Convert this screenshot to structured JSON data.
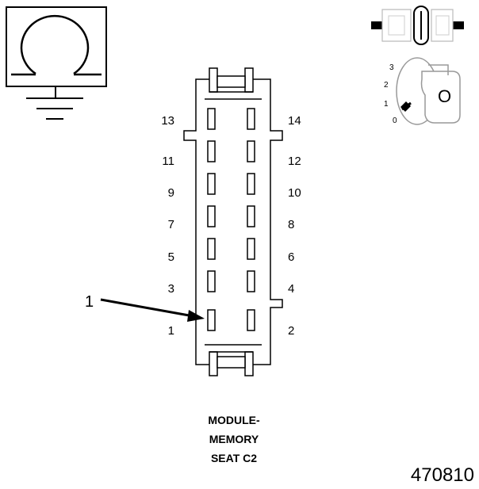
{
  "pins": {
    "p1": "1",
    "p2": "2",
    "p3": "3",
    "p4": "4",
    "p5": "5",
    "p6": "6",
    "p7": "7",
    "p8": "8",
    "p9": "9",
    "p10": "10",
    "p11": "11",
    "p12": "12",
    "p13": "13",
    "p14": "14"
  },
  "callout": {
    "label": "1"
  },
  "key_positions": {
    "p0": "0",
    "p1": "1",
    "p2": "2",
    "p3": "3"
  },
  "key_symbol": "O",
  "caption": {
    "line1": "MODULE-",
    "line2": "MEMORY",
    "line3": "SEAT C2"
  },
  "figure_number": "470810",
  "icons": [
    "ground-symbol-icon",
    "connector-inline-icon",
    "ignition-key-icon"
  ]
}
